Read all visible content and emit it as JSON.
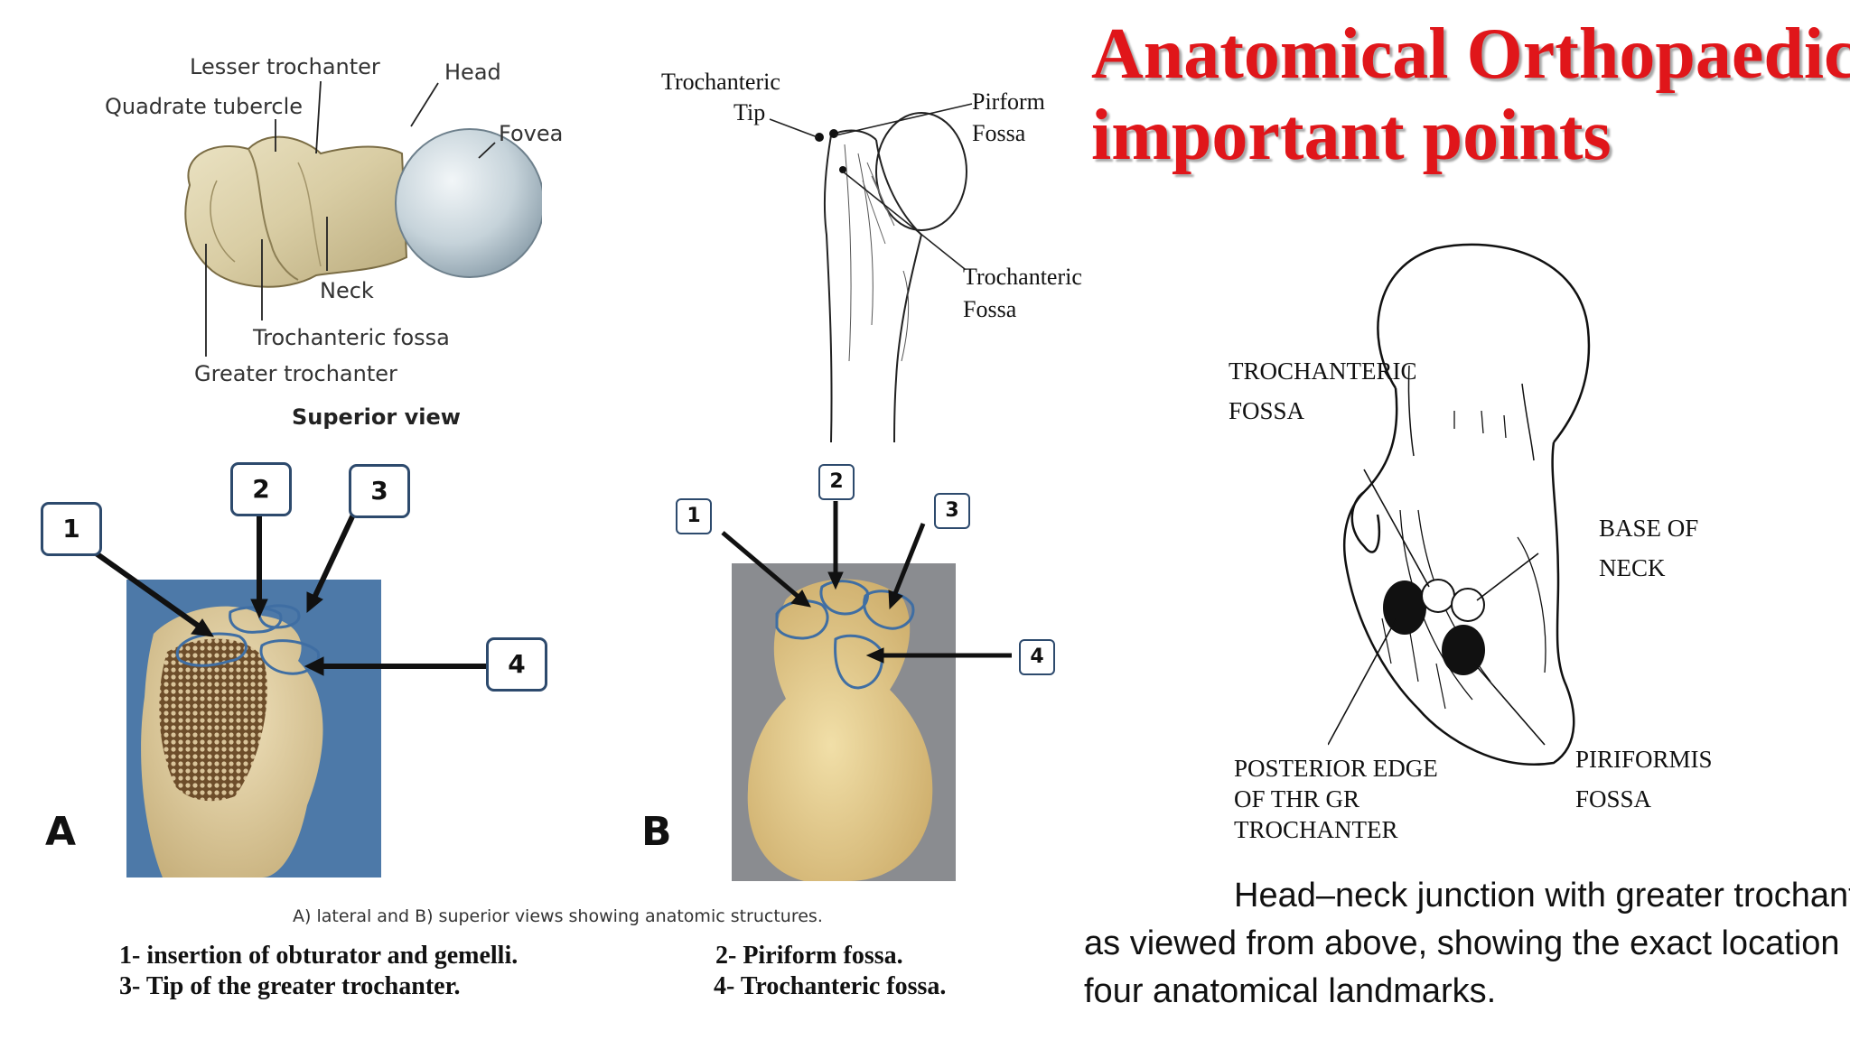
{
  "title": {
    "line1": "Anatomical Orthopaedic",
    "line2": "important points"
  },
  "superior_diagram": {
    "labels": {
      "lesser_trochanter": "Lesser trochanter",
      "head": "Head",
      "quadrate_tubercle": "Quadrate tubercle",
      "fovea": "Fovea",
      "neck": "Neck",
      "trochanteric_fossa": "Trochanteric fossa",
      "greater_trochanter": "Greater trochanter"
    },
    "view_title": "Superior view"
  },
  "femur_sketch": {
    "labels": {
      "trochanteric": "Trochanteric",
      "tip": "Tip",
      "piriform": "Pirform",
      "piriform_fossa": "Fossa",
      "trochanteric_fossa_1": "Trochanteric",
      "trochanteric_fossa_2": "Fossa"
    }
  },
  "photo_panels": {
    "letter_a": "A",
    "letter_b": "B",
    "numbers": [
      "1",
      "2",
      "3",
      "4"
    ],
    "caption": "A) lateral and B) superior views showing anatomic structures."
  },
  "legend": {
    "item1": "1- insertion of obturator and gemelli.",
    "item2": "2- Piriform fossa.",
    "item3": "3- Tip of the greater trochanter.",
    "item4": "4- Trochanteric fossa."
  },
  "right_diagram": {
    "labels": {
      "trochanteric_fossa_1": "TROCHANTERIC",
      "trochanteric_fossa_2": "FOSSA",
      "base_of_neck_1": "BASE OF",
      "base_of_neck_2": "NECK",
      "posterior_edge_1": "POSTERIOR EDGE",
      "posterior_edge_2": "OF THR GR",
      "posterior_edge_3": "TROCHANTER",
      "piriformis_1": "PIRIFORMIS",
      "piriformis_2": "FOSSA"
    }
  },
  "description": {
    "line1": "Head–neck junction with greater trochanter",
    "line2": "as viewed from above, showing the exact location of the",
    "line3": "four anatomical landmarks."
  },
  "colors": {
    "title_red": "#e0161a",
    "box_border": "#2d4a6d",
    "photo_bg_a": "#4d79a8",
    "photo_bg_b": "#8a8c90"
  }
}
